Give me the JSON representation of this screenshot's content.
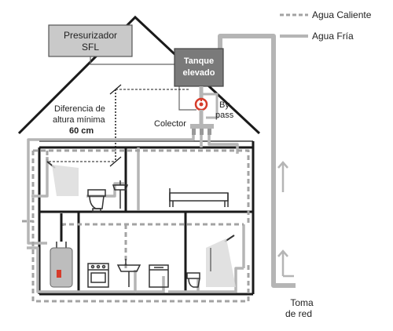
{
  "legend": {
    "hot": "Agua Caliente",
    "cold": "Agua Fría"
  },
  "labels": {
    "pressurizer_line1": "Presurizador",
    "pressurizer_line2": "SFL",
    "tank_line1": "Tanque",
    "tank_line2": "elevado",
    "bypass_line1": "By",
    "bypass_line2": "pass",
    "height_line1": "Diferencia de",
    "height_line2": "altura mínima",
    "height_line3": "60 cm",
    "collector": "Colector",
    "mains_line1": "Toma",
    "mains_line2": "de red"
  },
  "colors": {
    "cold_pipe": "#b5b5b5",
    "hot_pipe": "#a3a3a3",
    "house": "#1a1a1a",
    "tank": "#7a7a7a",
    "pressurizer": "#c9c9c9",
    "valve": "#d63b2a"
  },
  "icons": [
    "shower-icon",
    "toilet-icon",
    "sink-icon",
    "bed-icon",
    "water-heater-icon",
    "stove-icon",
    "dishwasher-icon",
    "valve-icon",
    "flow-arrow-icon"
  ]
}
